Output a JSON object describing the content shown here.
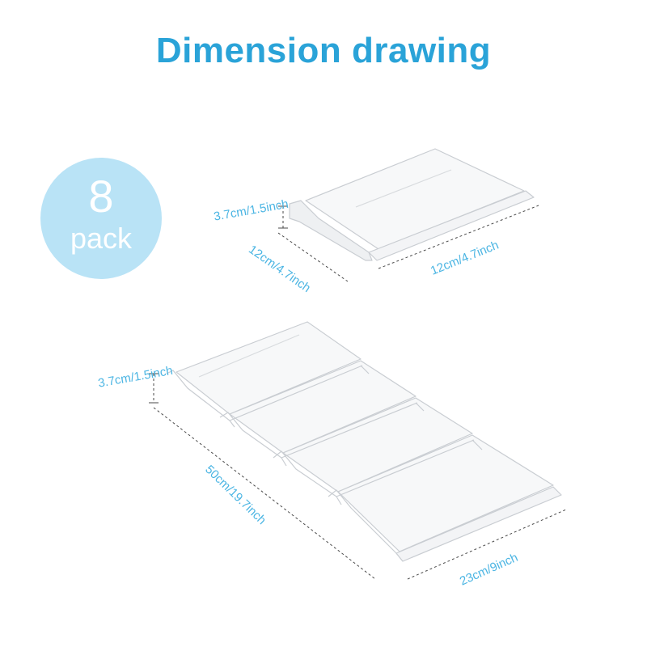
{
  "title": "Dimension drawing",
  "badge": {
    "number": "8",
    "word": "pack"
  },
  "small_stand": {
    "height_label": "3.7cm/1.5inch",
    "depth_label": "12cm/4.7inch",
    "width_label": "12cm/4.7inch"
  },
  "large_stand": {
    "height_label": "3.7cm/1.5inch",
    "length_label": "50cm/19.7inch",
    "width_label": "23cm/9inch"
  },
  "colors": {
    "accent": "#2aa3d8",
    "label": "#4bb5e3",
    "badge": "#b9e3f6",
    "outline": "#c9cdd2"
  }
}
